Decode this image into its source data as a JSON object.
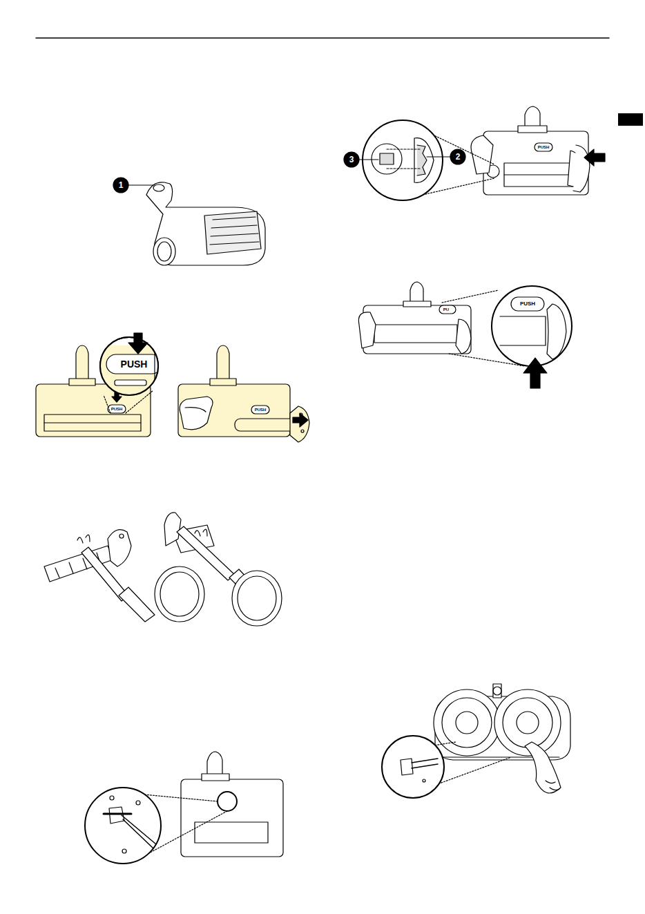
{
  "diagram": {
    "labels": [
      "1",
      "PUSH",
      "PUSH",
      "PUSH",
      "3",
      "2",
      "PUSH",
      "PU",
      "PUSH"
    ]
  }
}
